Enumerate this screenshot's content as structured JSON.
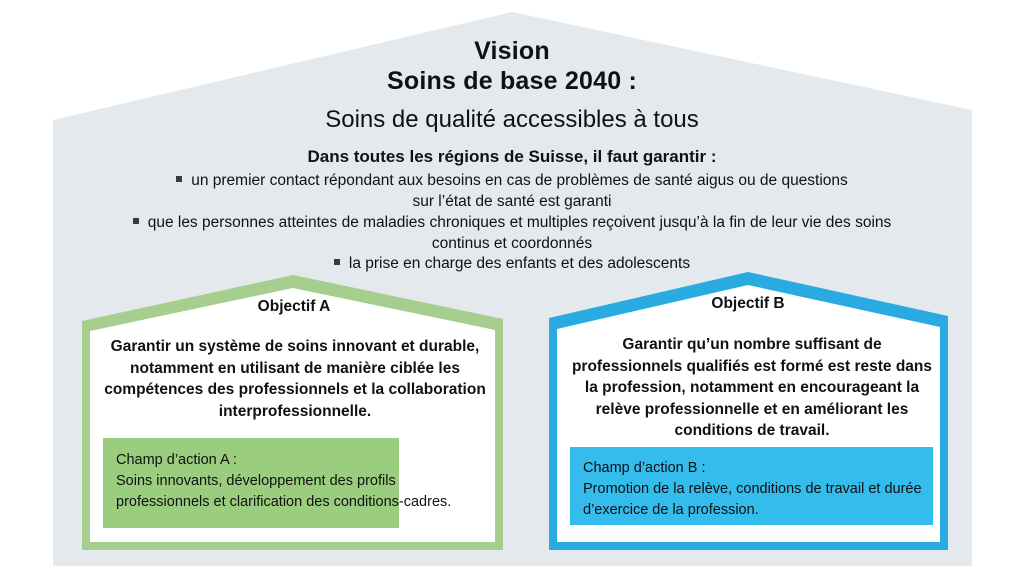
{
  "colors": {
    "main_house_fill": "#E3E9ED",
    "green_outline": "#A6CE8F",
    "green_fill": "#9ACD7E",
    "blue_outline": "#29ABE2",
    "blue_fill": "#33BCEC",
    "sub_house_fill": "#FFFFFF",
    "text": "#111111",
    "bullet": "#3A3A3A"
  },
  "vision": {
    "line1": "Vision",
    "line2": "Soins de base 2040 :",
    "line3": "Soins de qualité accessibles à tous"
  },
  "guarantee": {
    "heading": "Dans toutes les régions de Suisse, il faut garantir :",
    "bullet_glyph": "square-bullet",
    "bullets": [
      {
        "line1": "un premier contact répondant aux besoins en cas de problèmes de santé aigus ou de questions",
        "line2": "sur l’état de santé est garanti"
      },
      {
        "line1": "que les personnes atteintes de maladies chroniques et multiples reçoivent jusqu’à la fin de leur vie des soins",
        "line2": "continus et coordonnés"
      },
      {
        "line1": "la prise en charge des enfants et des adolescents",
        "line2": ""
      }
    ]
  },
  "objective_a": {
    "title": "Objectif A",
    "body": "Garantir un système de soins innovant et durable, notamment en utilisant de manière ciblée les compétences des professionnels et la collaboration interprofessionnelle.",
    "field_label": "Champ d’action A :",
    "field_text": "Soins innovants, développement des profils professionnels et clarification des conditions-cadres."
  },
  "objective_b": {
    "title": "Objectif B",
    "body": "Garantir qu’un nombre suffisant de professionnels qualifiés est formé est reste dans la profession, notamment en encourageant la relève professionnelle et en améliorant les conditions de travail.",
    "field_label": "Champ d’action B :",
    "field_text": "Promotion de la relève, conditions de travail et durée d’exercice de la profession."
  }
}
